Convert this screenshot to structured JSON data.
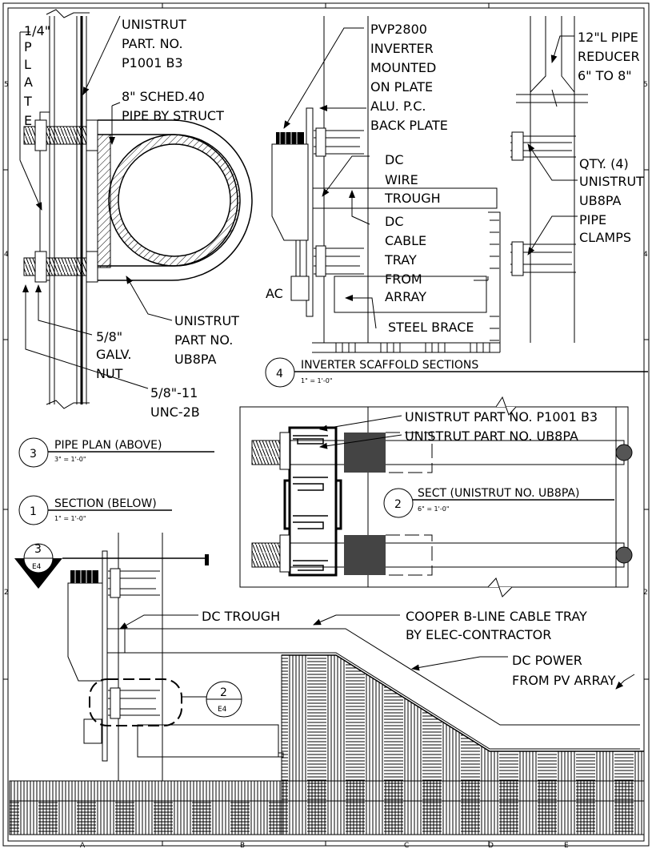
{
  "pipe_plan": {
    "plate_label": [
      "1/4\"",
      "P",
      "L",
      "A",
      "T",
      "E"
    ],
    "unistrut_p1001": [
      "UNISTRUT",
      "PART. NO.",
      "P1001 B3"
    ],
    "pipe_label": [
      "8\" SCHED.40",
      "PIPE BY STRUCT"
    ],
    "unistrut_ub8pa": [
      "UNISTRUT",
      "PART NO.",
      "UB8PA"
    ],
    "nut_label": [
      "5/8\"",
      "GALV.",
      "NUT"
    ],
    "thread_label": [
      "5/8\"-11",
      "UNC-2B"
    ]
  },
  "scaffold": {
    "inverter_label": [
      "PVP2800",
      "INVERTER",
      "MOUNTED",
      "ON PLATE",
      "ALU. P.C.",
      "BACK PLATE"
    ],
    "trough_label": [
      "DC",
      "WIRE",
      "TROUGH"
    ],
    "tray_label": [
      "DC",
      "CABLE",
      "TRAY",
      "FROM",
      "ARRAY"
    ],
    "ac_label": "AC",
    "brace_label": "STEEL BRACE",
    "reducer_label": [
      "12\"L PIPE",
      "REDUCER",
      "6\" TO 8\""
    ],
    "clamps_label": [
      "QTY. (4)",
      "UNISTRUT",
      "UB8PA",
      "PIPE",
      "CLAMPS"
    ]
  },
  "sect_detail": {
    "label_p1001": "UNISTRUT PART NO. P1001 B3",
    "label_ub8pa": "UNISTRUT PART NO. UB8PA"
  },
  "section_below": {
    "trough_label": "DC TROUGH",
    "cable_tray_label": [
      "COOPER B-LINE CABLE TRAY",
      "BY ELEC-CONTRACTOR"
    ],
    "power_label": [
      "DC POWER",
      "FROM PV ARRAY"
    ]
  },
  "titles": {
    "t4": {
      "num": "4",
      "title": "INVERTER SCAFFOLD SECTIONS",
      "scale": "1\" = 1'-0\""
    },
    "t3": {
      "num": "3",
      "title": "PIPE PLAN (ABOVE)",
      "scale": "3\" = 1'-0\""
    },
    "t1": {
      "num": "1",
      "title": "SECTION (BELOW)",
      "scale": "1\" = 1'-0\""
    },
    "t2": {
      "num": "2",
      "title": "SECT (UNISTRUT NO. UB8PA)",
      "scale": "6\" = 1'-0\""
    }
  },
  "callouts": {
    "c3": {
      "num": "3",
      "sheet": "E4"
    },
    "c2": {
      "num": "2",
      "sheet": "E4"
    }
  },
  "border": {
    "left_marks": [
      "5",
      "4",
      "2"
    ],
    "right_marks": [
      "5",
      "4",
      "2"
    ],
    "bottom_marks": [
      "A",
      "B",
      "C",
      "D",
      "E"
    ]
  }
}
